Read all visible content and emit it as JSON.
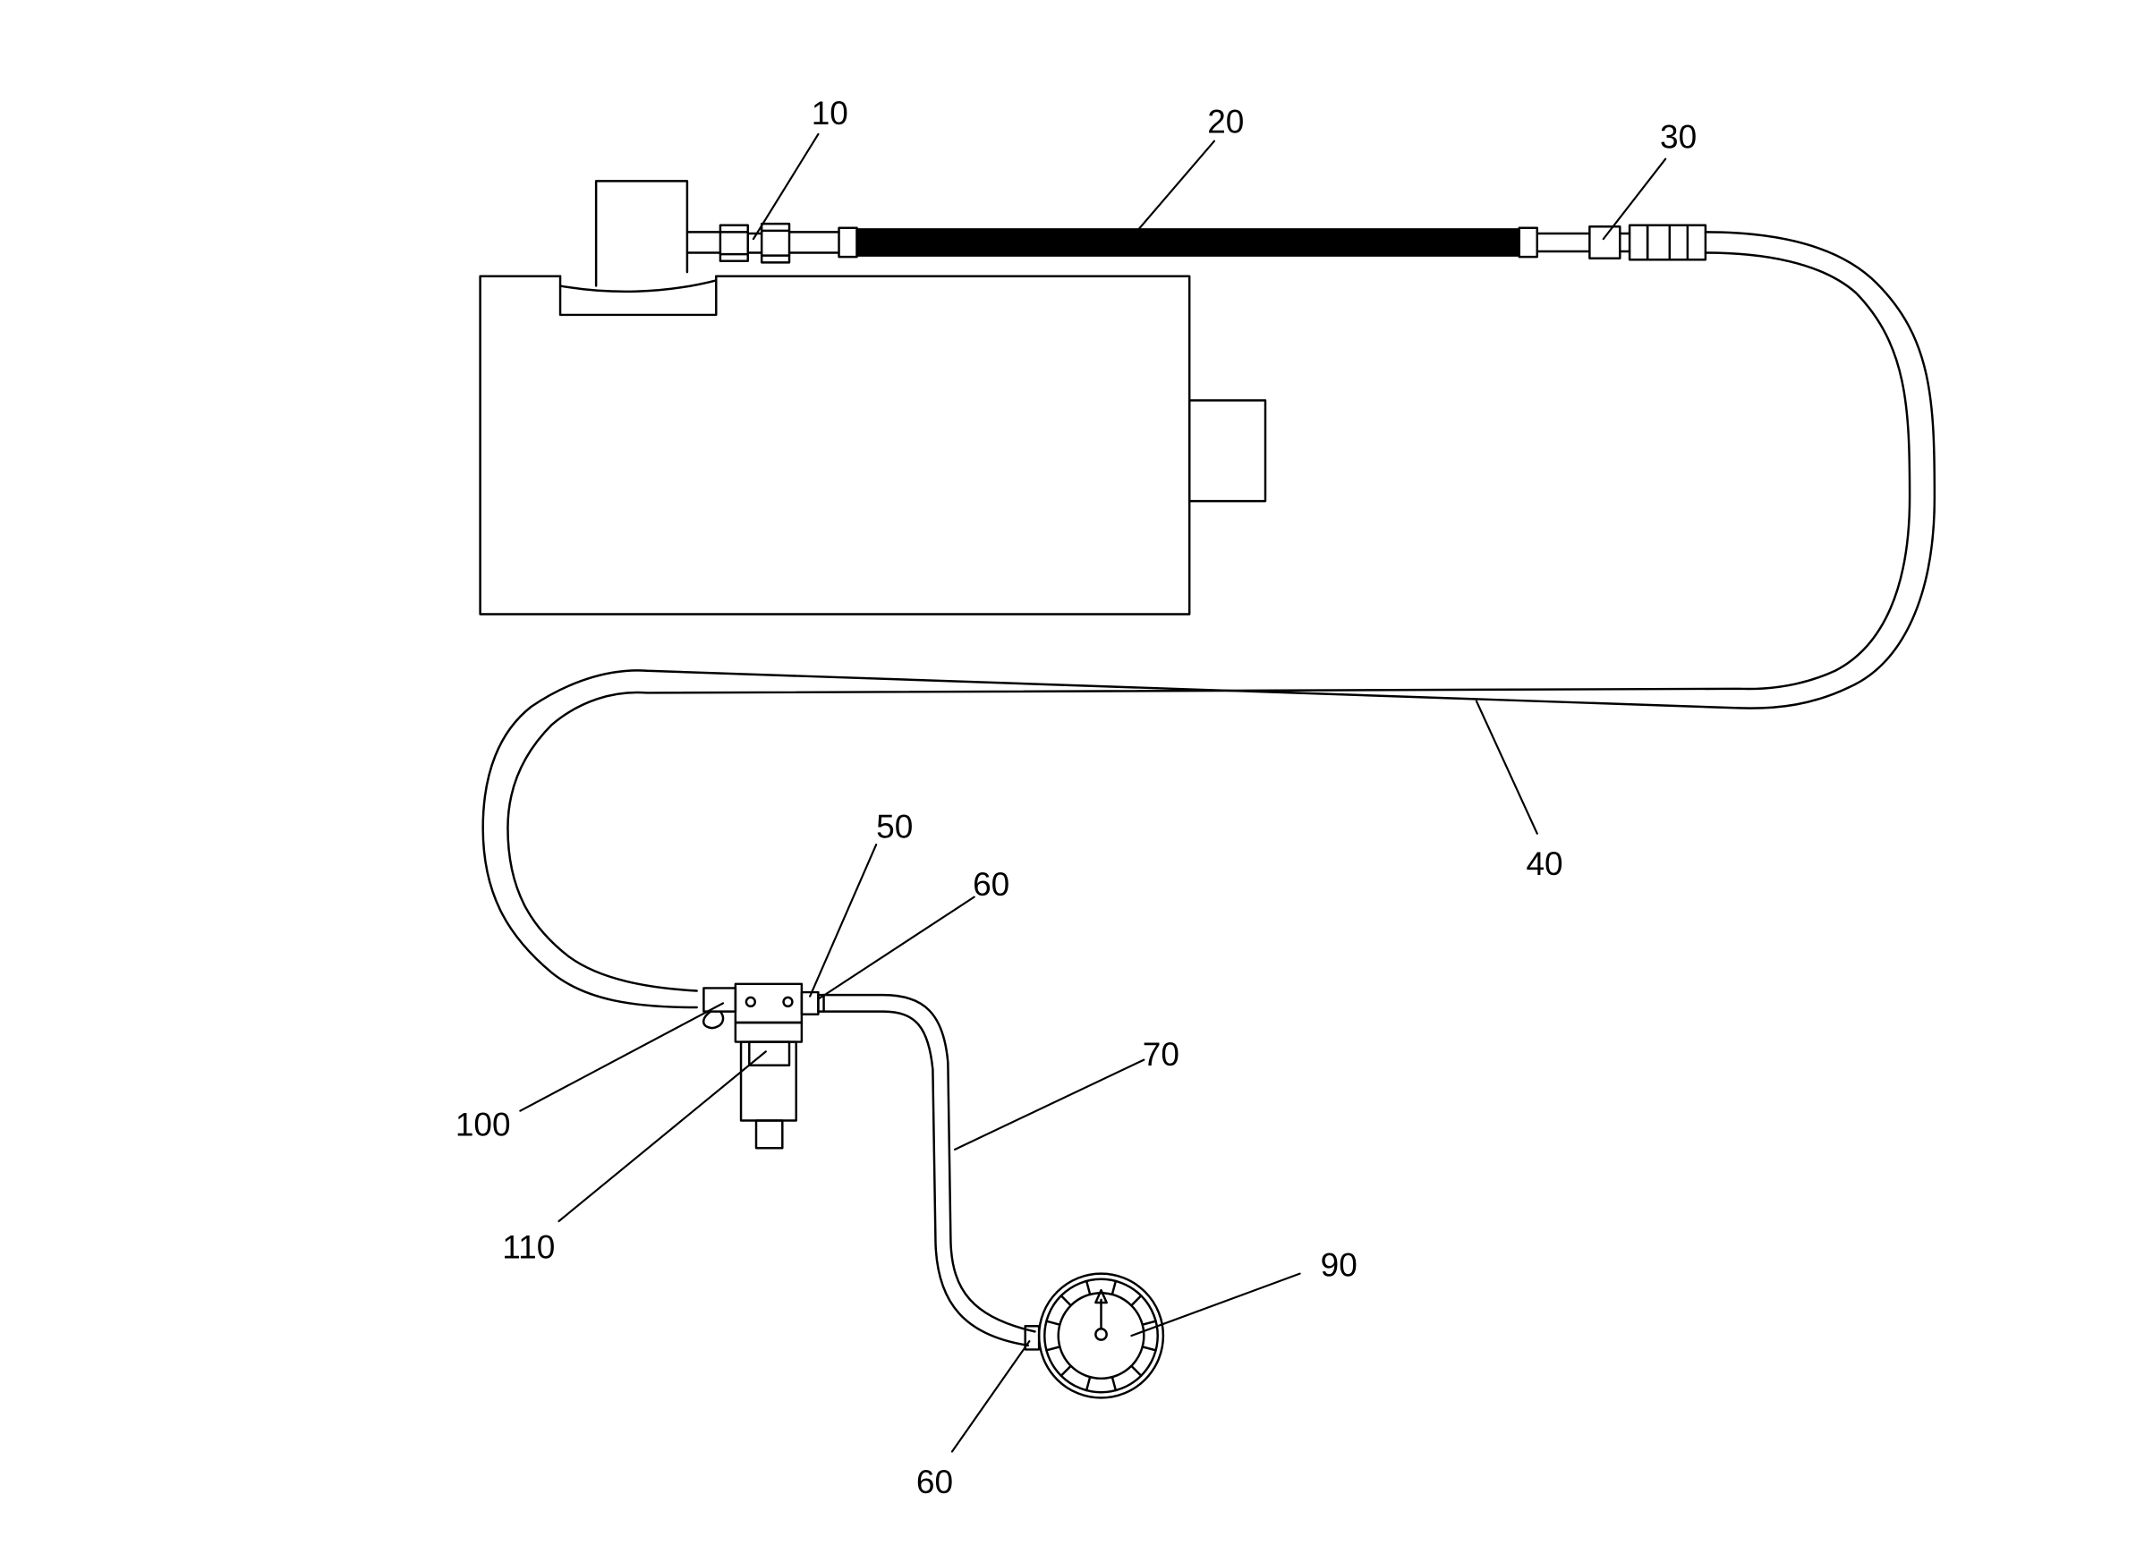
{
  "figure": {
    "labels": {
      "ref_10": "10",
      "ref_20": "20",
      "ref_30": "30",
      "ref_40": "40",
      "ref_50": "50",
      "ref_60_upper": "60",
      "ref_60_lower": "60",
      "ref_70": "70",
      "ref_90": "90",
      "ref_100": "100",
      "ref_110": "110"
    },
    "colors": {
      "ink": "#000000",
      "background": "#ffffff"
    }
  }
}
